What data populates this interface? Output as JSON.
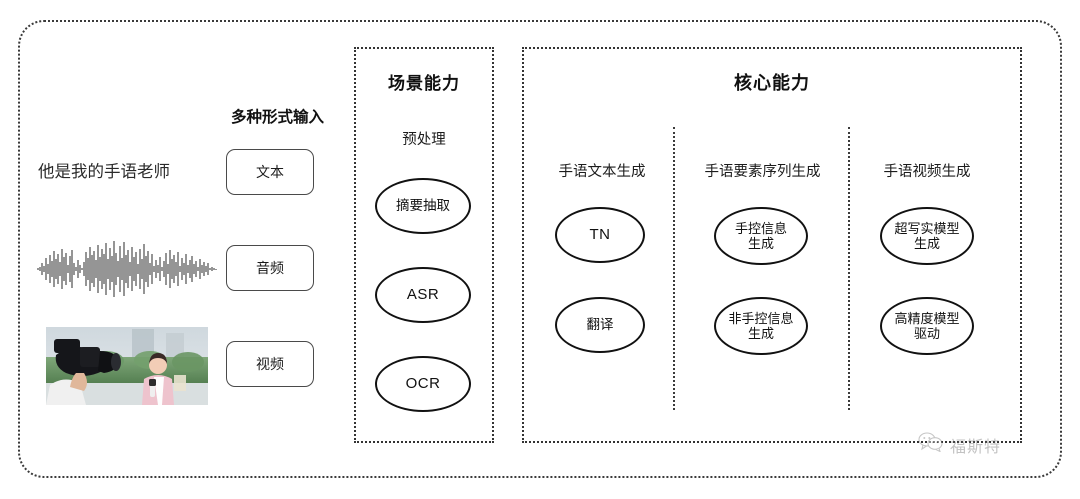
{
  "diagram": {
    "outer_frame": "dotted-rounded-rectangle",
    "input_section": {
      "heading": "多种形式输入",
      "sample_text": "他是我的手语老师",
      "waveform_label": "audio-waveform",
      "video_label": "video-thumbnail",
      "modalities": [
        {
          "label": "文本",
          "icon": "text-icon"
        },
        {
          "label": "音频",
          "icon": "audio-icon"
        },
        {
          "label": "视频",
          "icon": "video-icon"
        }
      ]
    },
    "scene_panel": {
      "title": "场景能力",
      "group_label": "预处理",
      "nodes": [
        {
          "label": "摘要抽取",
          "type": "cjk"
        },
        {
          "label": "ASR",
          "type": "latin"
        },
        {
          "label": "OCR",
          "type": "latin"
        }
      ]
    },
    "core_panel": {
      "title": "核心能力",
      "columns": [
        {
          "header": "手语文本生成",
          "nodes": [
            {
              "label": "TN",
              "type": "latin"
            },
            {
              "label": "翻译",
              "type": "cjk"
            }
          ]
        },
        {
          "header": "手语要素序列生成",
          "nodes": [
            {
              "line1": "手控信息",
              "line2": "生成",
              "type": "cjk"
            },
            {
              "line1": "非手控信息",
              "line2": "生成",
              "type": "cjk"
            }
          ]
        },
        {
          "header": "手语视频生成",
          "nodes": [
            {
              "line1": "超写实模型",
              "line2": "生成",
              "type": "cjk"
            },
            {
              "line1": "高精度模型",
              "line2": "驱动",
              "type": "cjk"
            }
          ]
        }
      ]
    },
    "watermark": {
      "text": "福斯特",
      "icon": "wechat-icon"
    },
    "colors": {
      "border": "#333333",
      "text": "#1c1c1c",
      "node_border": "#111111",
      "watermark": "#6f6f6f"
    }
  }
}
